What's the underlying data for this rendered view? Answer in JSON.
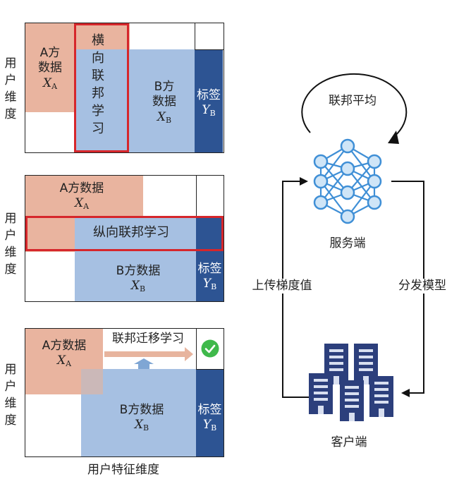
{
  "colors": {
    "party_a": "#e9b49f",
    "party_b": "#a6c0e2",
    "label_col": "#2d5493",
    "highlight_border": "#d6262b",
    "arrow_orange": "#e7b49e",
    "arrow_blue": "#7fa6d4",
    "check_green": "#3fb94b"
  },
  "left": {
    "user_dim_label": "用户维度",
    "feature_dim_label": "用户特征维度",
    "panel1": {
      "a_data": "A方数据",
      "a_var": "X",
      "a_sub": "A",
      "horizontal_fl": "横向联邦学习",
      "b_data": "B方数据",
      "b_var": "X",
      "b_sub": "B",
      "label": "标签",
      "label_var": "Y",
      "label_sub": "B"
    },
    "panel2": {
      "a_data": "A方数据",
      "a_var": "X",
      "a_sub": "A",
      "vertical_fl": "纵向联邦学习",
      "b_data": "B方数据",
      "b_var": "X",
      "b_sub": "B",
      "label": "标签",
      "label_var": "Y",
      "label_sub": "B"
    },
    "panel3": {
      "a_data": "A方数据",
      "a_var": "X",
      "a_sub": "A",
      "transfer_fl": "联邦迁移学习",
      "b_data": "B方数据",
      "b_var": "X",
      "b_sub": "B",
      "label": "标签",
      "label_var": "Y",
      "label_sub": "B",
      "check_icon": "check-circle-icon"
    }
  },
  "right": {
    "fed_avg": "联邦平均",
    "server": "服务端",
    "upload_grad": "上传梯度值",
    "distribute_model": "分发模型",
    "client": "客户端",
    "server_icon": "neural-network-icon",
    "client_icon": "buildings-icon"
  }
}
